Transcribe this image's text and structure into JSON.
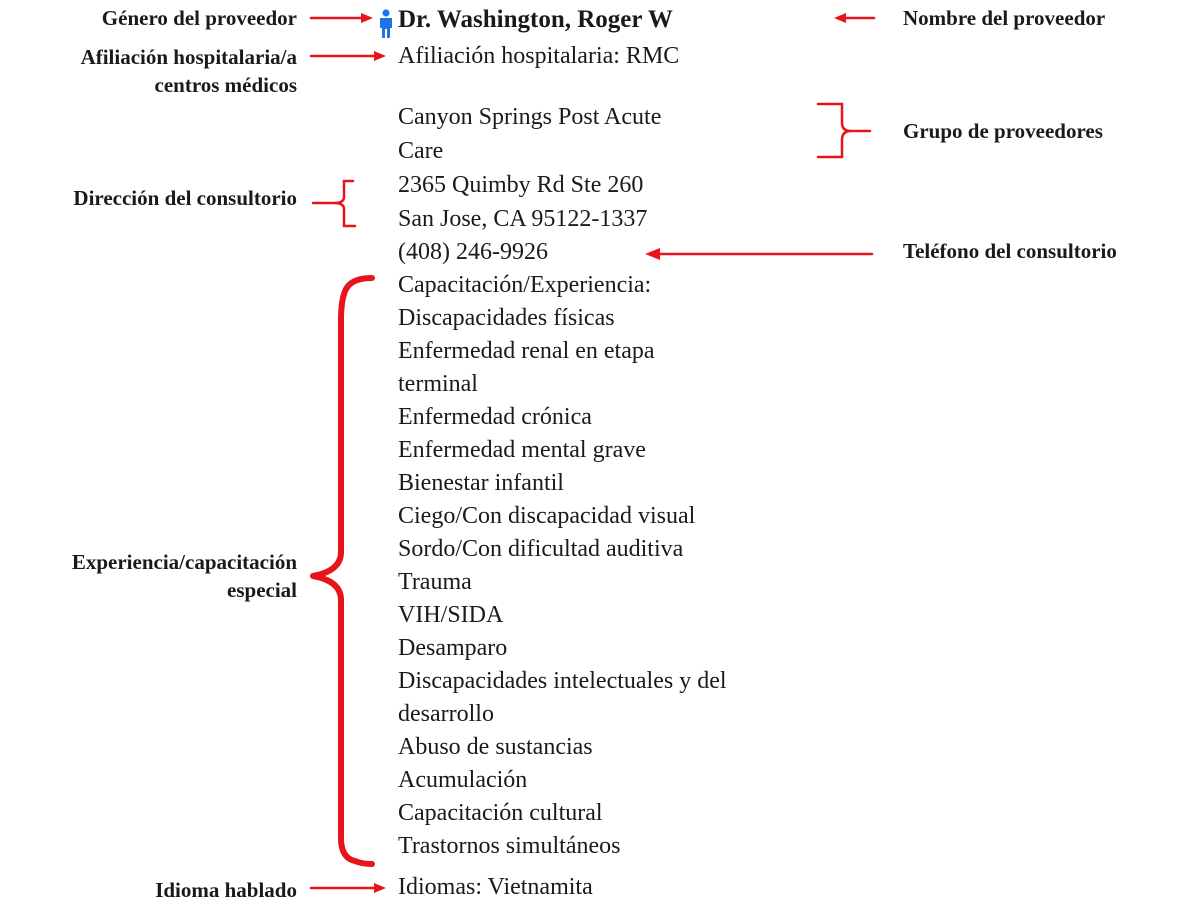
{
  "labels": {
    "gender": "Género del proveedor",
    "affiliation_line1": "Afiliación hospitalaria/a",
    "affiliation_line2": "centros médicos",
    "office_address": "Dirección del consultorio",
    "special_line1": "Experiencia/capacitación",
    "special_line2": "especial",
    "language": "Idioma hablado",
    "provider_name": "Nombre del proveedor",
    "provider_group": "Grupo de proveedores",
    "office_phone": "Teléfono del consultorio"
  },
  "provider": {
    "gender_icon": "male-person-icon",
    "name": "Dr. Washington, Roger W",
    "affiliation": "Afiliación hospitalaria: RMC",
    "group_line1": "Canyon Springs Post Acute",
    "group_line2": "Care",
    "address_line1": "2365 Quimby Rd Ste 260",
    "address_line2": "San Jose, CA 95122-1337",
    "phone": "(408) 246-9926",
    "training_heading": "Capacitación/Experiencia:",
    "training": [
      "Discapacidades físicas",
      "Enfermedad renal en etapa",
      "terminal",
      "Enfermedad crónica",
      "Enfermedad mental grave",
      "Bienestar infantil",
      "Ciego/Con discapacidad visual",
      "Sordo/Con dificultad auditiva",
      "Trauma",
      "VIH/SIDA",
      "Desamparo",
      "Discapacidades intelectuales y del",
      "desarrollo",
      "Abuso de sustancias",
      "Acumulación",
      "Capacitación cultural",
      "Trastornos simultáneos"
    ],
    "languages": "Idiomas: Vietnamita"
  },
  "colors": {
    "annotation": "#e8141b",
    "icon": "#1e73e8"
  }
}
